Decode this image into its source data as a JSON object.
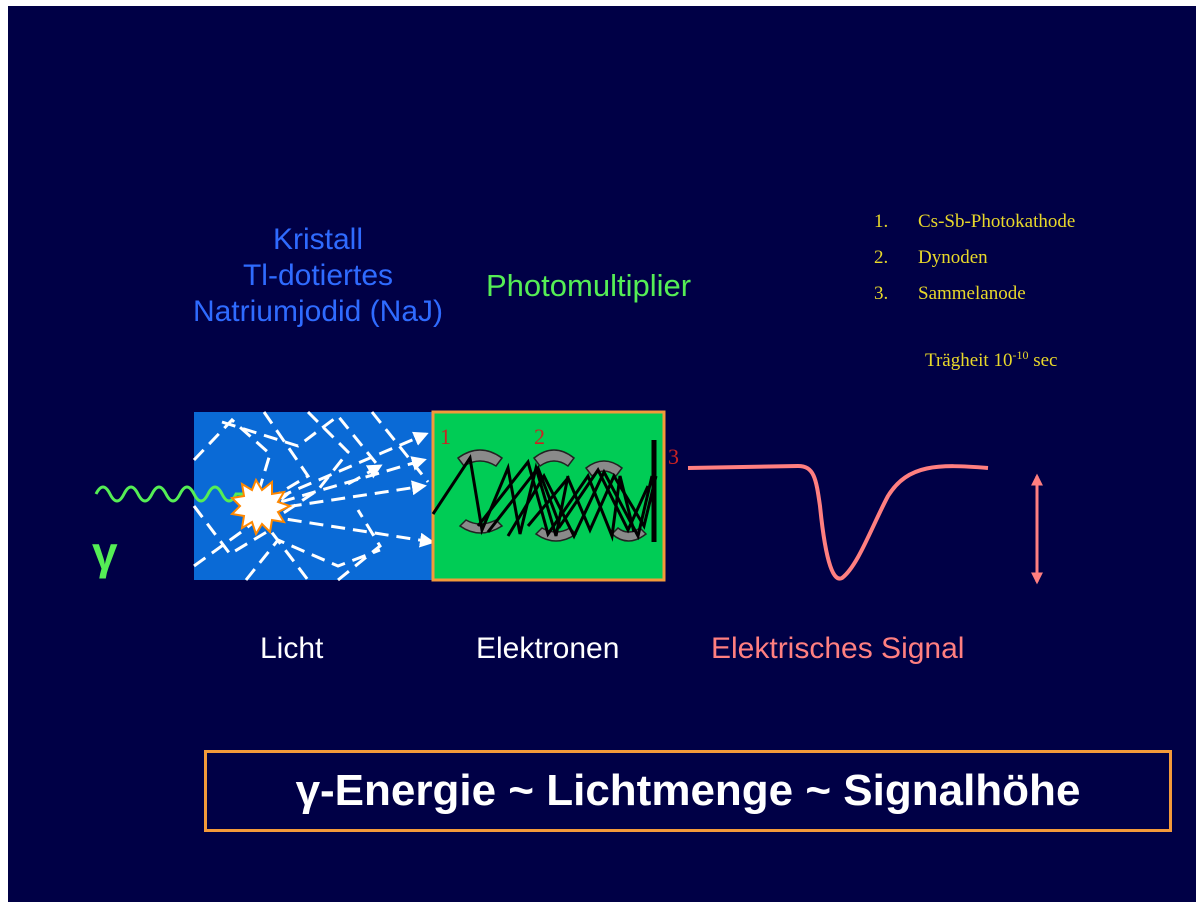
{
  "crystal": {
    "line1": "Kristall",
    "line2": "Tl-dotiertes",
    "line3": "Natriumjodid (NaJ)",
    "color": "#2f6bff",
    "fill": "#0a6ad6"
  },
  "photomultiplier": {
    "label": "Photomultiplier",
    "color": "#55ee55",
    "fill": "#00cc55",
    "border": "#f39a3a",
    "markers": [
      "1",
      "2",
      "3"
    ]
  },
  "legend": {
    "items": [
      {
        "num": "1.",
        "text": "Cs-Sb-Photokathode"
      },
      {
        "num": "2.",
        "text": "Dynoden"
      },
      {
        "num": "3.",
        "text": "Sammelanode"
      }
    ],
    "inertia_prefix": "Trägheit 10",
    "inertia_exp": "-10",
    "inertia_suffix": " sec",
    "color": "#e8d82a"
  },
  "gamma": {
    "symbol": "γ",
    "color": "#55ee55"
  },
  "bottom_labels": {
    "licht": "Licht",
    "elektronen": "Elektronen",
    "signal": "Elektrisches Signal",
    "signal_color": "#ff7f80"
  },
  "formula": {
    "text": "γ-Energie ~ Lichtmenge ~ Signalhöhe",
    "border_color": "#f39a3a"
  },
  "colors": {
    "background": "#000046",
    "signal_curve": "#ff7f80",
    "flash": "#ff8800"
  }
}
